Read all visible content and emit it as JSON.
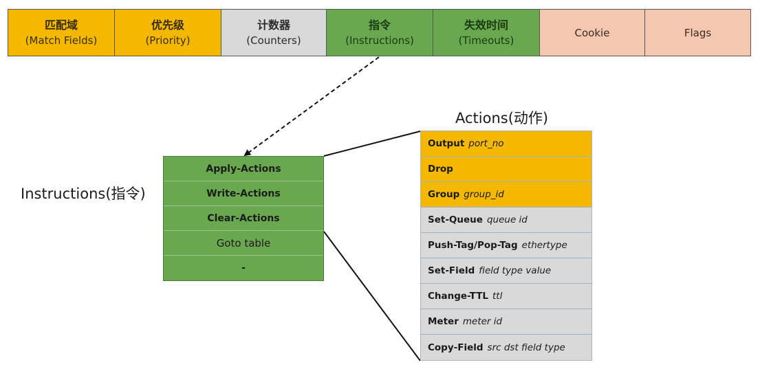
{
  "header": {
    "cells": [
      {
        "zh": "匹配域",
        "en": "(Match Fields)",
        "color": "#f5b800",
        "text_color": "#3a2e00"
      },
      {
        "zh": "优先级",
        "en": "(Priority)",
        "color": "#f5b800",
        "text_color": "#3a2e00"
      },
      {
        "zh": "计数器",
        "en": "(Counters)",
        "color": "#d9d9d9",
        "text_color": "#2a2a2a"
      },
      {
        "zh": "指令",
        "en": "(Instructions)",
        "color": "#6aa84f",
        "text_color": "#173a10"
      },
      {
        "zh": "失效时间",
        "en": "(Timeouts)",
        "color": "#6aa84f",
        "text_color": "#173a10"
      },
      {
        "zh": "",
        "en": "Cookie",
        "color": "#f4c7b0",
        "text_color": "#3a2a20"
      },
      {
        "zh": "",
        "en": "Flags",
        "color": "#f4c7b0",
        "text_color": "#3a2a20"
      }
    ]
  },
  "instructions": {
    "title": "Instructions(指令)",
    "items": [
      "Apply-Actions",
      "Write-Actions",
      "Clear-Actions",
      "Goto table",
      "-"
    ]
  },
  "actions": {
    "title": "Actions(动作)",
    "items": [
      {
        "name": "Output",
        "param": "port_no",
        "color": "#f5b800"
      },
      {
        "name": "Drop",
        "param": "",
        "color": "#f5b800"
      },
      {
        "name": "Group",
        "param": "group_id",
        "color": "#f5b800"
      },
      {
        "name": "Set-Queue",
        "param": "queue id",
        "color": "#d9d9d9"
      },
      {
        "name": "Push-Tag/Pop-Tag",
        "param": "ethertype",
        "color": "#d9d9d9"
      },
      {
        "name": "Set-Field",
        "param": "field type value",
        "color": "#d9d9d9"
      },
      {
        "name": "Change-TTL",
        "param": "ttl",
        "color": "#d9d9d9"
      },
      {
        "name": "Meter",
        "param": "meter id",
        "color": "#d9d9d9"
      },
      {
        "name": "Copy-Field",
        "param": "src  dst field type",
        "color": "#d9d9d9"
      }
    ]
  }
}
